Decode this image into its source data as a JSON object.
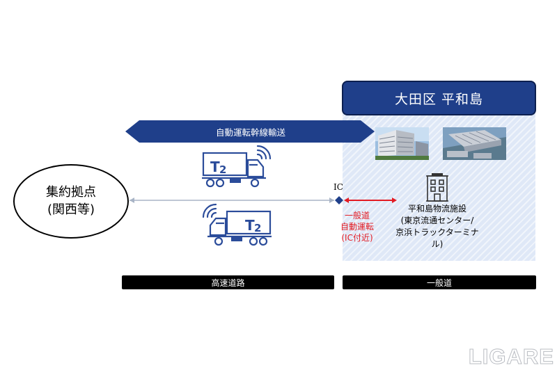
{
  "zone": {
    "title": "大田区 平和島",
    "photo1": "office-building-photo",
    "photo2": "aerial-facility-photo"
  },
  "trunk": {
    "label": "自動運転幹線輸送"
  },
  "hub": {
    "line1": "集約拠点",
    "line2": "(関西等)"
  },
  "ic": {
    "label": "IC"
  },
  "local_road": {
    "line1": "一般道",
    "line2": "自動運転",
    "line3": "(IC付近)"
  },
  "facility": {
    "icon": "building-icon",
    "line1": "平和島物流施設",
    "line2": "(東京流通センター/",
    "line3": "京浜トラックターミナル)"
  },
  "bars": {
    "expressway": "高速道路",
    "general_road": "一般道"
  },
  "watermark": "LIGARE",
  "colors": {
    "navy": "#1f3f8a",
    "zone_fill": "#dfe8f7",
    "red": "#e31b23",
    "truck_blue": "#2b4c9a"
  }
}
